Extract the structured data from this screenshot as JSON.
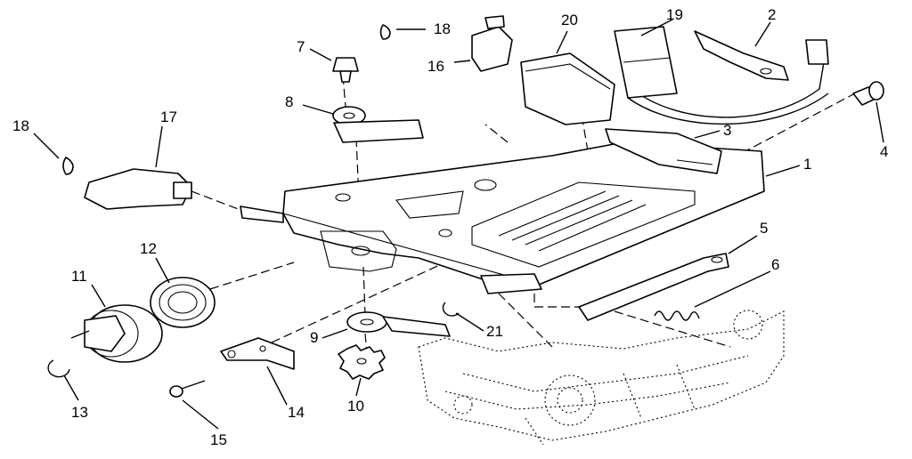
{
  "diagram": {
    "callouts": [
      {
        "id": "c1",
        "text": "1"
      },
      {
        "id": "c2",
        "text": "2"
      },
      {
        "id": "c3",
        "text": "3"
      },
      {
        "id": "c4",
        "text": "4"
      },
      {
        "id": "c5",
        "text": "5"
      },
      {
        "id": "c6",
        "text": "6"
      },
      {
        "id": "c7",
        "text": "7"
      },
      {
        "id": "c8",
        "text": "8"
      },
      {
        "id": "c9",
        "text": "9"
      },
      {
        "id": "c10",
        "text": "10"
      },
      {
        "id": "c11",
        "text": "11"
      },
      {
        "id": "c12",
        "text": "12"
      },
      {
        "id": "c13",
        "text": "13"
      },
      {
        "id": "c14",
        "text": "14"
      },
      {
        "id": "c15",
        "text": "15"
      },
      {
        "id": "c16",
        "text": "16"
      },
      {
        "id": "c17",
        "text": "17"
      },
      {
        "id": "c18a",
        "text": "18"
      },
      {
        "id": "c18b",
        "text": "18"
      },
      {
        "id": "c19",
        "text": "19"
      },
      {
        "id": "c20",
        "text": "20"
      },
      {
        "id": "c21",
        "text": "21"
      }
    ]
  }
}
